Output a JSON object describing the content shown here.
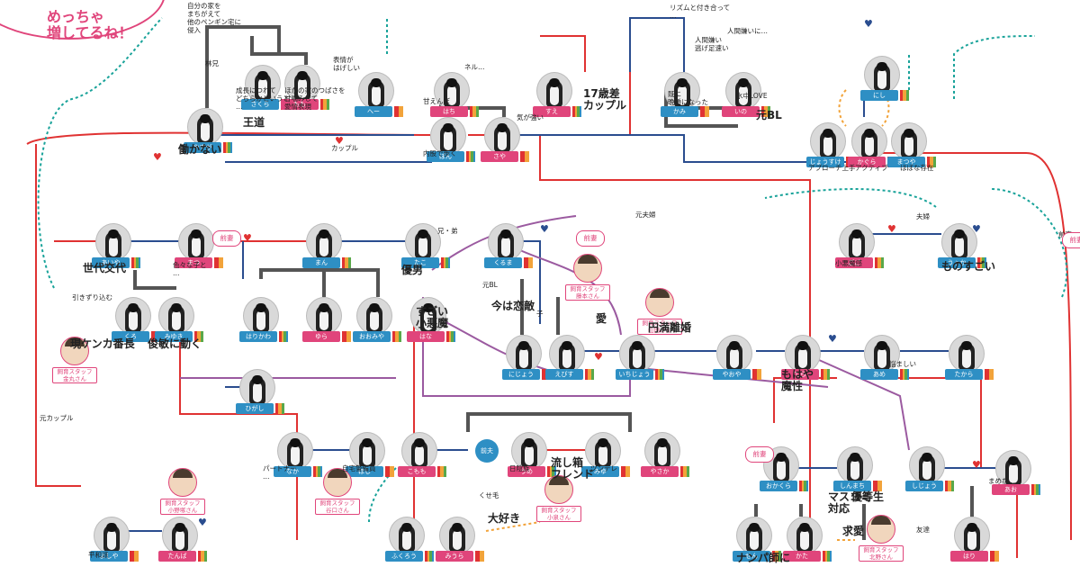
{
  "title": {
    "line1": "めっちゃ",
    "line2": "増してるね！"
  },
  "colors": {
    "red": "#e03232",
    "navy": "#2a4d8f",
    "grey": "#555555",
    "teal": "#1aa39a",
    "purple": "#9b5aa0",
    "orange": "#f2a33a",
    "blue_label": "#2e8fc4",
    "pink_label": "#e0457b",
    "green_label": "#59a84a"
  },
  "notes": {
    "n1": "自分の家を\nまちがえて\n他のペンギン宅に\n侵入",
    "n2": "林兄",
    "n3": "成長につれて\nどちらかというと\n…",
    "n4": "王道",
    "n5": "ほかの家のつばさを\n甘噛みして\n愛情表現",
    "n6": "表情が\nはげしい",
    "n7": "気が強い",
    "n8": "甘えんぼ",
    "n9": "内股で歩く",
    "n10": "ネル…",
    "n11": "リズムと付き合って\n…",
    "n12": "人間嫌い\n逃げ足速い",
    "n13": "人間嫌いに…",
    "n14": "既に\n晩婚になった",
    "n15": "水中LOVE",
    "n16": "元BL",
    "n17": "アプローチ上手",
    "n18": "アクティブ",
    "n19": "ほぼな存在",
    "n20": "働かない",
    "n21": "世代交代",
    "n22": "色々な子と\n…",
    "n23": "兄・弟",
    "n24": "優男",
    "n25": "すごい\n小悪魔",
    "n26": "元BL",
    "n27": "今は恋敵",
    "n28": "円満離婚",
    "n29": "愛",
    "n30": "小悪魔感",
    "n31": "もはや\n魔性",
    "n32": "ものすごい",
    "n33": "現ケンカ番長",
    "n34": "俊敏に動く",
    "n35": "引きずり込む",
    "n36": "元カップル",
    "n37": "自宅警備員",
    "n38": "日陰族",
    "n39": "流し箱\nフレンド",
    "n40": "ツンデレ",
    "n41": "大好き",
    "n42": "くせ毛",
    "n43": "ナンパ師に",
    "n44": "優等生",
    "n45": "求愛",
    "n46": "マスコミ\n対応",
    "n47": "パートナー\n…",
    "n48": "17歳差\nカップル",
    "n49": "まめな…",
    "n50": "悩ましい",
    "n51": "元夫婦",
    "n52": "前妻",
    "n53": "夫婦",
    "n54": "カップル",
    "n55": "友達",
    "n56": "子",
    "n57": "平和派"
  },
  "penguins": [
    {
      "id": "sakura",
      "name": "さくら",
      "color": "b"
    },
    {
      "id": "momo",
      "name": "もも",
      "color": "p"
    },
    {
      "id": "yasuga",
      "name": "やすが",
      "color": "b"
    },
    {
      "id": "hee",
      "name": "へー",
      "color": "b"
    },
    {
      "id": "hanabi",
      "name": "はち",
      "color": "p"
    },
    {
      "id": "sue",
      "name": "すえ",
      "color": "p"
    },
    {
      "id": "kaa",
      "name": "かみ",
      "color": "b"
    },
    {
      "id": "ino",
      "name": "いの",
      "color": "p"
    },
    {
      "id": "pon",
      "name": "ぽん",
      "color": "b"
    },
    {
      "id": "sahya",
      "name": "さや",
      "color": "p"
    },
    {
      "id": "nishi",
      "name": "にし",
      "color": "b"
    },
    {
      "id": "jousuke",
      "name": "じょうすけ",
      "color": "b"
    },
    {
      "id": "kaguya",
      "name": "かぐら",
      "color": "p"
    },
    {
      "id": "matcha",
      "name": "まつや",
      "color": "b"
    },
    {
      "id": "aino",
      "name": "あいや",
      "color": "b"
    },
    {
      "id": "matsu",
      "name": "まつ",
      "color": "p"
    },
    {
      "id": "man",
      "name": "まん",
      "color": "b"
    },
    {
      "id": "tako",
      "name": "たこ",
      "color": "b"
    },
    {
      "id": "kurumi",
      "name": "くるま",
      "color": "b"
    },
    {
      "id": "gogo",
      "name": "ごご",
      "color": "p"
    },
    {
      "id": "uuka",
      "name": "うぅか",
      "color": "b"
    },
    {
      "id": "kuro",
      "name": "くろ",
      "color": "b"
    },
    {
      "id": "miyuki",
      "name": "みゆき",
      "color": "b"
    },
    {
      "id": "hari",
      "name": "はりかわ",
      "color": "b"
    },
    {
      "id": "yura",
      "name": "ゆら",
      "color": "p"
    },
    {
      "id": "oo",
      "name": "おおみや",
      "color": "b"
    },
    {
      "id": "hana",
      "name": "はな",
      "color": "p"
    },
    {
      "id": "nichou",
      "name": "にじょう",
      "color": "b"
    },
    {
      "id": "ebi",
      "name": "えびす",
      "color": "b"
    },
    {
      "id": "ichijou",
      "name": "いちじょう",
      "color": "b"
    },
    {
      "id": "yaoya",
      "name": "やおや",
      "color": "b"
    },
    {
      "id": "tera",
      "name": "てら",
      "color": "p"
    },
    {
      "id": "ame",
      "name": "あめ",
      "color": "b"
    },
    {
      "id": "tarou",
      "name": "たから",
      "color": "b"
    },
    {
      "id": "higashi",
      "name": "ひがし",
      "color": "b"
    },
    {
      "id": "naka",
      "name": "なか",
      "color": "b"
    },
    {
      "id": "hoshi",
      "name": "ほし",
      "color": "b"
    },
    {
      "id": "komomo",
      "name": "こもも",
      "color": "p"
    },
    {
      "id": "ume",
      "name": "うめ",
      "color": "p"
    },
    {
      "id": "miyu",
      "name": "みゆ",
      "color": "b"
    },
    {
      "id": "yasaka",
      "name": "やさか",
      "color": "p"
    },
    {
      "id": "okuma",
      "name": "おかくら",
      "color": "b"
    },
    {
      "id": "shimako",
      "name": "しんまち",
      "color": "b"
    },
    {
      "id": "shijou",
      "name": "しじょう",
      "color": "b"
    },
    {
      "id": "ao",
      "name": "あお",
      "color": "p"
    },
    {
      "id": "yoshi",
      "name": "よしや",
      "color": "b"
    },
    {
      "id": "tanba",
      "name": "たんば",
      "color": "p"
    },
    {
      "id": "fukuchi",
      "name": "ふくろう",
      "color": "b"
    },
    {
      "id": "miura",
      "name": "みうら",
      "color": "p"
    },
    {
      "id": "sen",
      "name": "せん",
      "color": "b"
    },
    {
      "id": "kita",
      "name": "かた",
      "color": "p"
    },
    {
      "id": "hari2",
      "name": "はり",
      "color": "p"
    }
  ],
  "staff": [
    {
      "id": "s1",
      "name": "飼育スタッフ\n金丸さん"
    },
    {
      "id": "s2",
      "name": "飼育スタッフ\n山田さん"
    },
    {
      "id": "s3",
      "name": "飼育スタッフ\n藤本さん"
    },
    {
      "id": "s4",
      "name": "飼育スタッフ\n谷口さん"
    },
    {
      "id": "s5",
      "name": "飼育スタッフ\n小泉さん"
    },
    {
      "id": "s6",
      "name": "飼育スタッフ\n小野塚さん"
    },
    {
      "id": "s7",
      "name": "飼育スタッフ\n北野さん"
    }
  ],
  "tags": {
    "ex": "前妻",
    "circle": "前夫"
  }
}
